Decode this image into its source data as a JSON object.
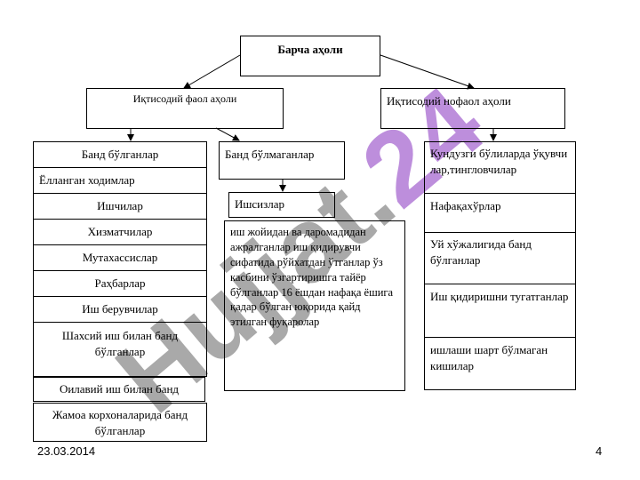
{
  "slide": {
    "date": "23.03.2014",
    "page_number": "4",
    "watermark_text": "Hujjat.24",
    "colors": {
      "watermark": "#9a9a9a",
      "watermark_accent": "#b27ad6"
    }
  },
  "diagram": {
    "root": "Барча аҳоли",
    "active": "Иқтисодий фаол аҳоли",
    "inactive": "Иқтисодий нофаол аҳоли",
    "employed": {
      "title": "Банд бўлганлар",
      "items": [
        "Ёлланган ходимлар",
        "Ишчилар",
        "Хизматчилар",
        "Мутахассислар",
        "Раҳбарлар",
        "Иш берувчилар",
        "Шахсий иш билан банд бўлганлар",
        "Оилавий иш билан банд бўлганлар",
        "Жамоа корхоналарида банд бўлганлар"
      ]
    },
    "unemployed": {
      "title": "Банд бўлмаганлар",
      "subtitle": "Ишсизлар",
      "definition": "иш жойидан ва даромадидан ажралганлар иш қидирувчи сифатида рўйхатдан ўтганлар ўз касбини ўзгартиришга тайёр бўлганлар 16 ёшдан нафақа ёшига қадар  бўлган юқорида қайд этилган фуқаролар"
    },
    "inactive_items": [
      "Кундузги бўлиларда ўқувчи лар,тингловчилар",
      "Нафақахўрлар",
      "Уй хўжалигида банд бўлганлар",
      "Иш қидиришни тугатганлар",
      "ишлаши шарт бўлмаган кишилар"
    ]
  }
}
